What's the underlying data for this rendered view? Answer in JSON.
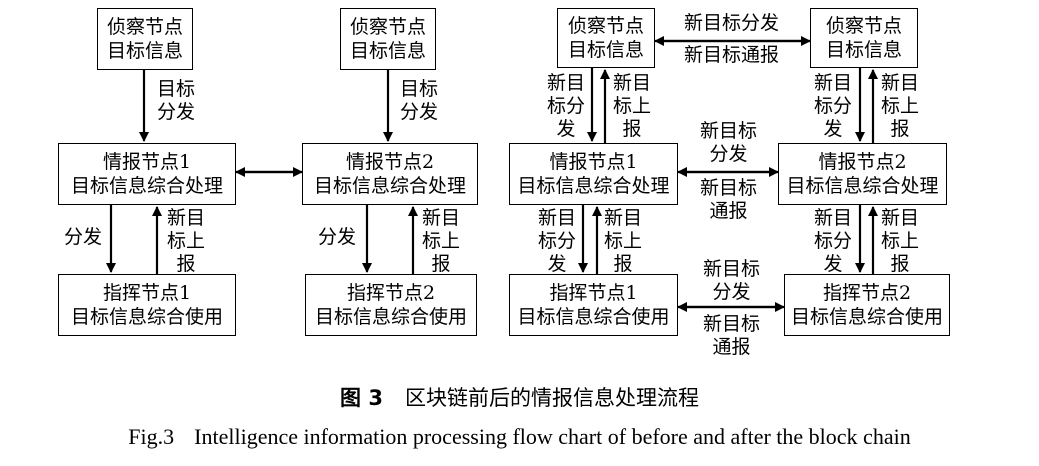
{
  "nodes": {
    "recon": "侦察节点\n目标信息",
    "intel1": "情报节点1\n目标信息综合处理",
    "intel2": "情报节点2\n目标信息综合处理",
    "cmd1": "指挥节点1\n目标信息综合使用",
    "cmd2": "指挥节点2\n目标信息综合使用"
  },
  "labels": {
    "target_distribute": "目标\n分发",
    "distribute": "分发",
    "new_target_report": "新目\n标上\n报",
    "new_target_distribute": "新目\n标分\n发",
    "new_target_distribute_h": "新目标分发",
    "new_target_notify_h": "新目标通报",
    "new_target_distribute_2": "新目标\n分发",
    "new_target_notify_2": "新目标\n通报"
  },
  "caption": {
    "zh_fig": "图 3",
    "zh_text": "区块链前后的情报信息处理流程",
    "en_fig": "Fig.3",
    "en_text": "Intelligence information processing flow chart of before and after the block chain"
  }
}
